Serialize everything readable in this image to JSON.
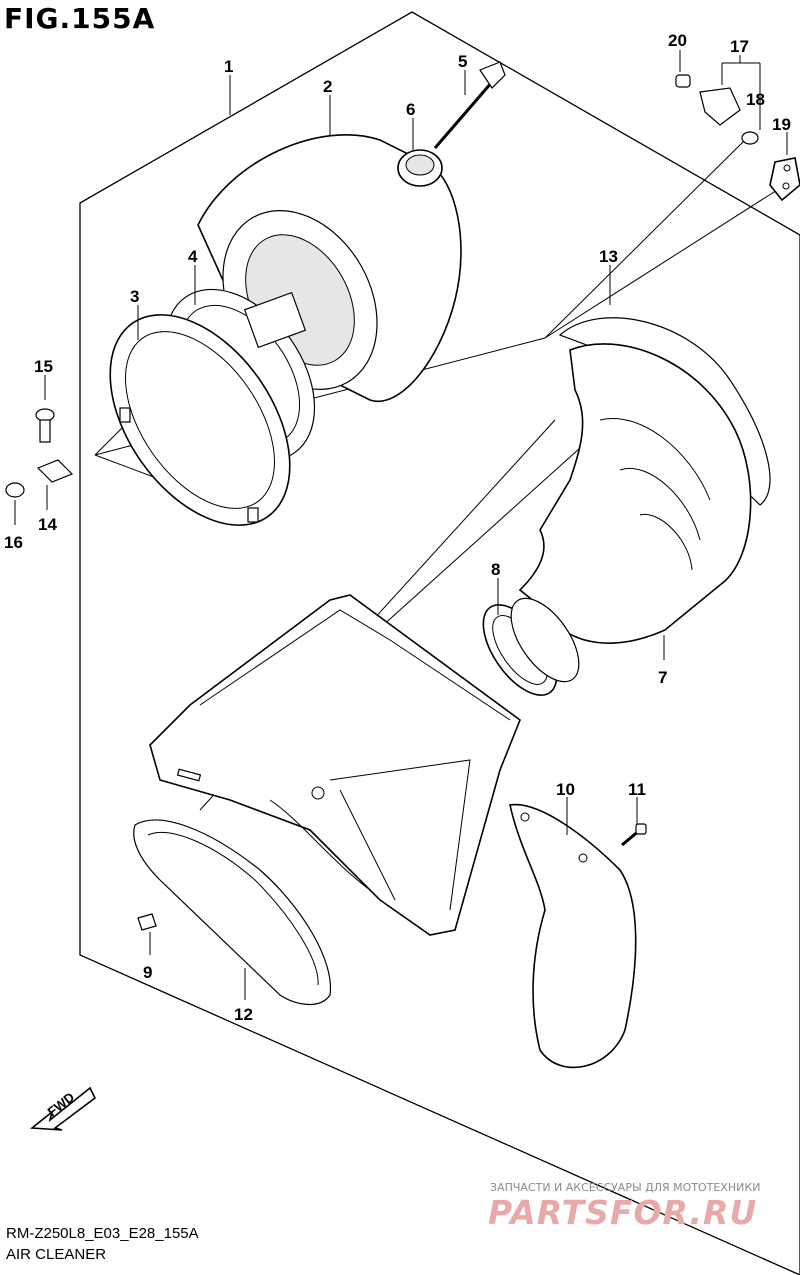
{
  "figure": {
    "title": "FIG.155A",
    "code": "RM-Z250L8_E03_E28_155A",
    "name": "AIR CLEANER",
    "fwd_label": "FWD"
  },
  "callouts": [
    "1",
    "2",
    "3",
    "4",
    "5",
    "6",
    "7",
    "8",
    "9",
    "10",
    "11",
    "12",
    "13",
    "14",
    "15",
    "16",
    "17",
    "18",
    "19",
    "20"
  ],
  "watermark": {
    "tagline": "ЗАПЧАСТИ И АКСЕССУАРЫ ДЛЯ МОТОТЕХНИКИ",
    "logo": "PARTSFOR.RU"
  }
}
